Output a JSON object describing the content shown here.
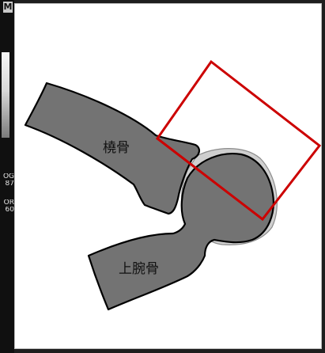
{
  "sidebar": {
    "corner_label": "M",
    "texts": [
      {
        "line1": "OG",
        "line2": "87"
      },
      {
        "line1": "OR",
        "line2": "60"
      }
    ]
  },
  "canvas": {
    "labels": {
      "radius": "橈骨",
      "humerus": "上腕骨"
    }
  },
  "colors": {
    "bone_fill": "#737373",
    "bone_outline": "#000000",
    "highlight": "#c9c9c9",
    "selection_box": "#cc0000"
  }
}
